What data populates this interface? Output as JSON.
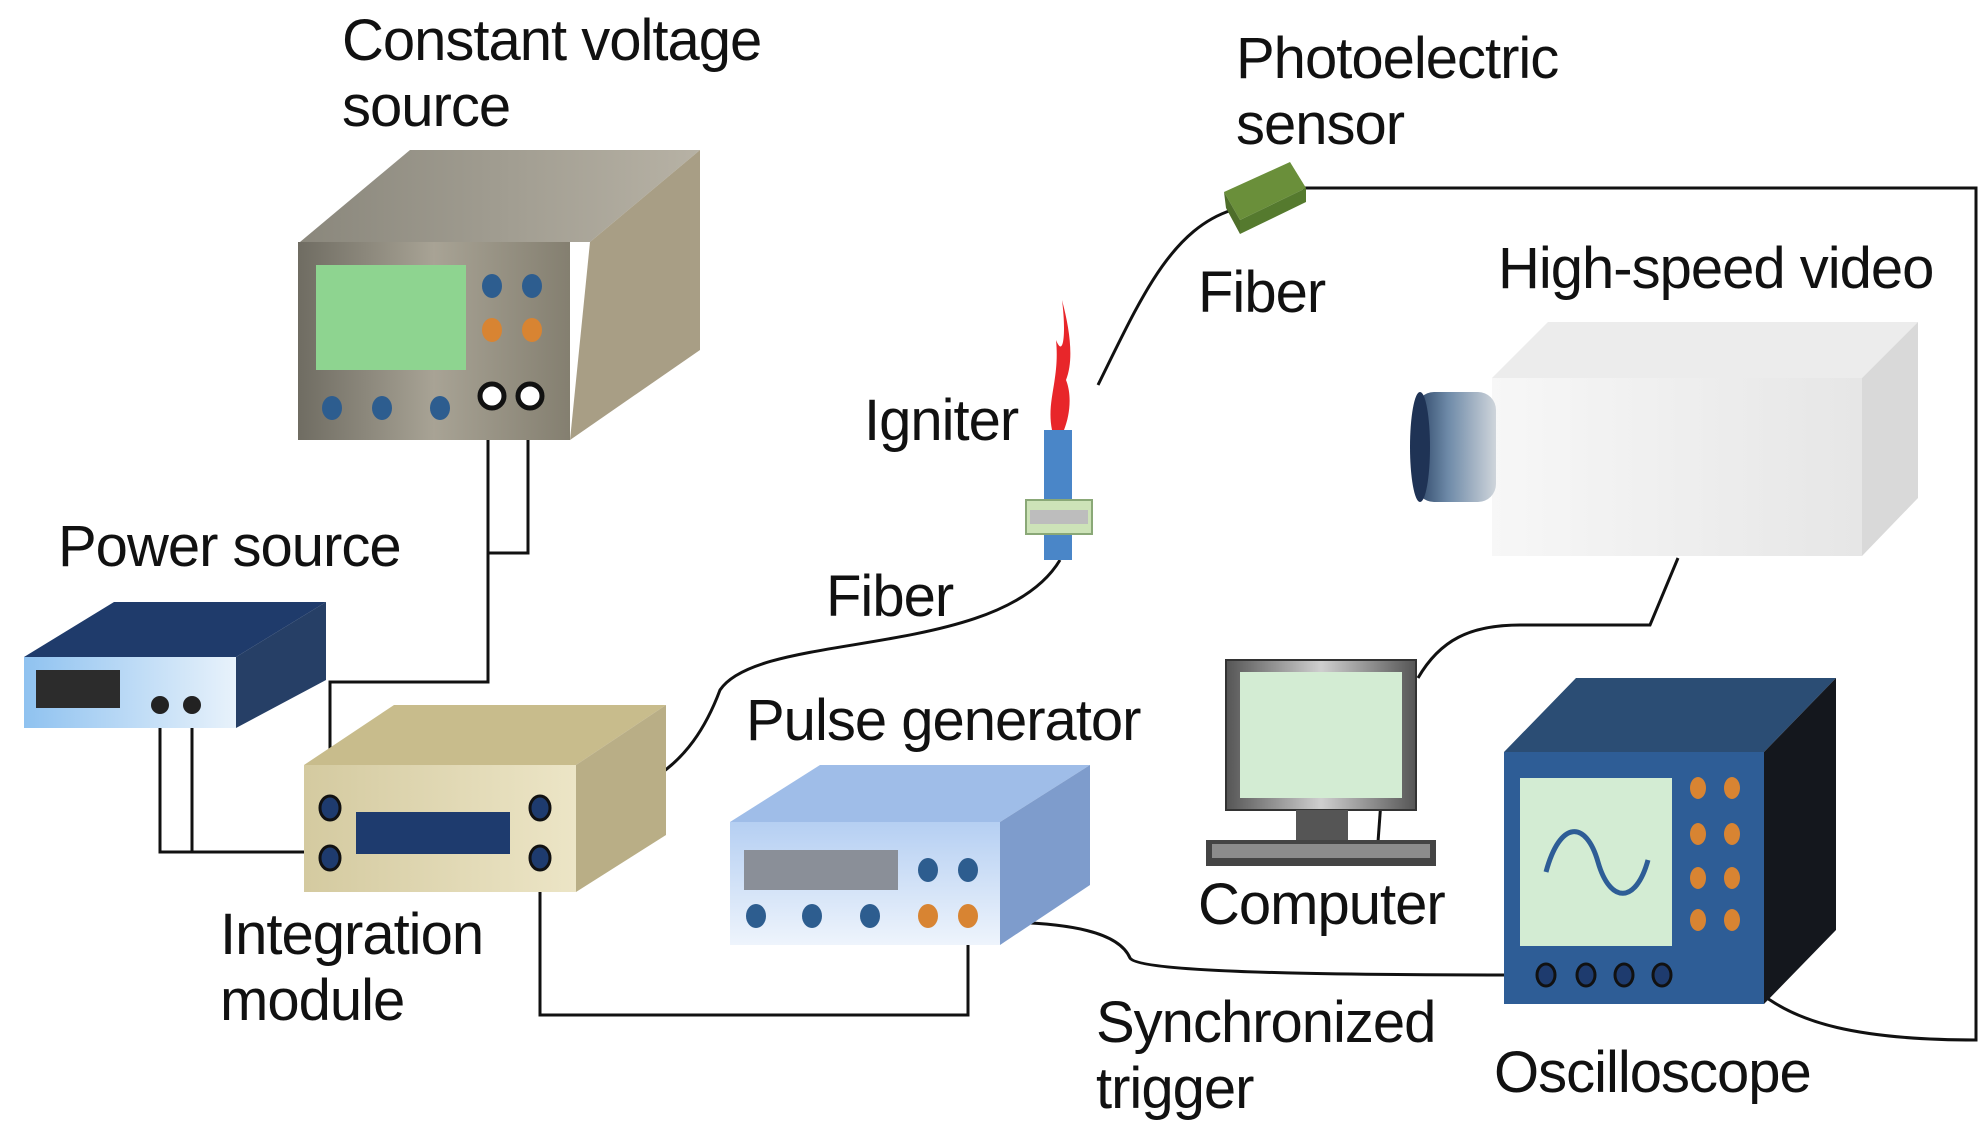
{
  "labels": {
    "constant_voltage_source": [
      "Constant voltage",
      "source"
    ],
    "power_source": "Power source",
    "integration_module": [
      "Integration",
      "module"
    ],
    "pulse_generator": "Pulse generator",
    "igniter": "Igniter",
    "fiber_lower": "Fiber",
    "fiber_upper": "Fiber",
    "photoelectric_sensor": [
      "Photoelectric",
      "sensor"
    ],
    "high_speed_video": "High-speed video",
    "computer": "Computer",
    "oscilloscope": "Oscilloscope",
    "synchronized_trigger": [
      "Synchronized",
      "trigger"
    ]
  },
  "colors": {
    "cvs_screen": "#8ed490",
    "cvs_body": "#8f8a7c",
    "power_body": "#1f3b6b",
    "integration_body": "#cfc49a",
    "integration_display": "#1e3b6e",
    "pulse_body": "#aac6ee",
    "pulse_display": "#8a8f98",
    "knob_blue": "#2d5d8f",
    "knob_orange": "#d88432",
    "sensor": "#6a8f3a",
    "flame": "#e8262a",
    "igniter": "#4a86c8",
    "camera_body": "#f2f2f2",
    "monitor_screen": "#d3ecd3",
    "osc_body": "#2e5d96",
    "osc_screen": "#d3ecd3",
    "wire": "#111111"
  }
}
